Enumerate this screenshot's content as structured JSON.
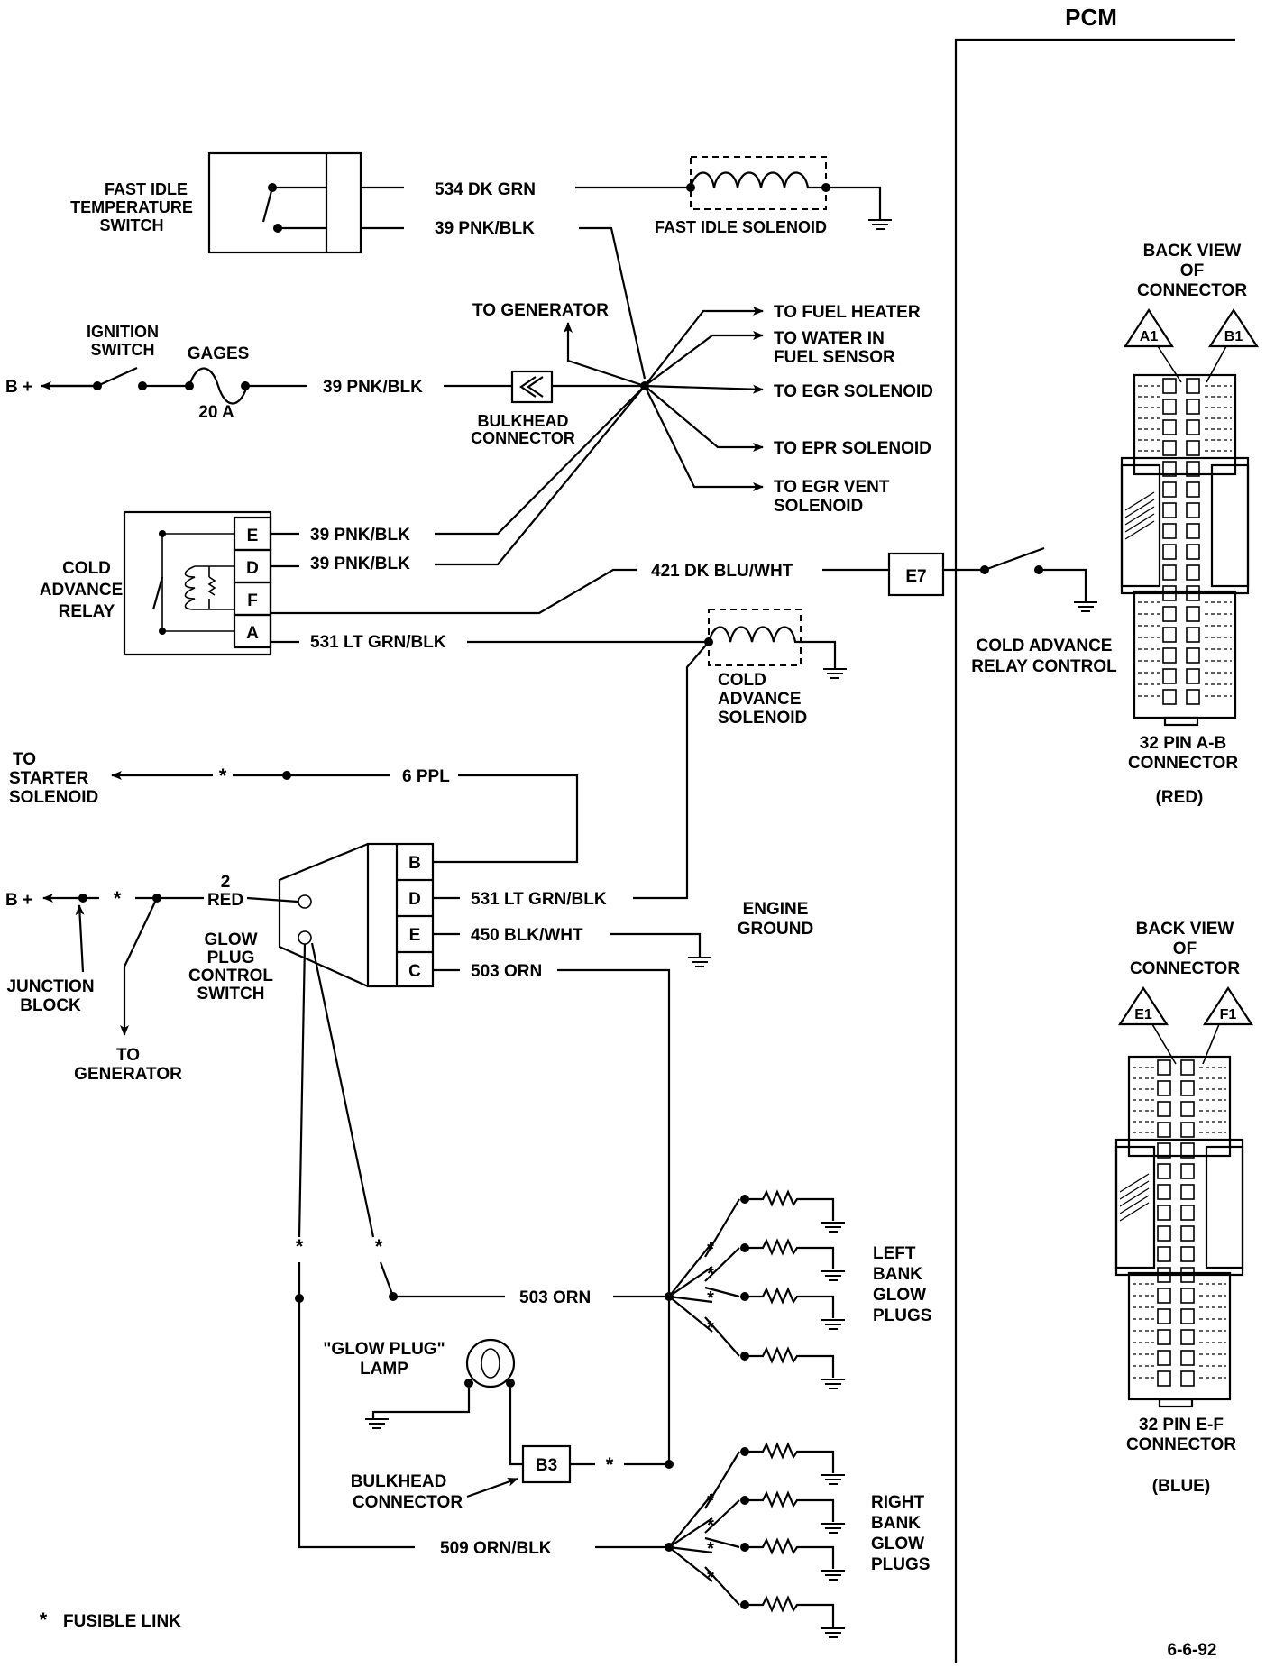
{
  "pcm": "PCM",
  "fast_idle": {
    "switch_label": [
      "FAST IDLE",
      "TEMPERATURE",
      "SWITCH"
    ],
    "wire_top": "534 DK GRN",
    "wire_bottom": "39 PNK/BLK",
    "solenoid_label": "FAST IDLE SOLENOID"
  },
  "ignition": {
    "bplus": "B +",
    "switch_label": [
      "IGNITION",
      "SWITCH"
    ],
    "gages": "GAGES",
    "fuse": "20 A",
    "wire": "39 PNK/BLK",
    "bulkhead": [
      "BULKHEAD",
      "CONNECTOR"
    ],
    "to_generator": "TO GENERATOR",
    "splice_outputs": [
      "TO FUEL HEATER",
      "TO WATER IN",
      "FUEL SENSOR",
      "TO EGR SOLENOID",
      "TO EPR SOLENOID",
      "TO EGR VENT",
      "SOLENOID"
    ]
  },
  "cold_advance_relay": {
    "label": [
      "COLD",
      "ADVANCE",
      "RELAY"
    ],
    "pins": [
      "E",
      "D",
      "F",
      "A"
    ],
    "wire_e": "39 PNK/BLK",
    "wire_d": "39 PNK/BLK",
    "wire_f": "421 DK BLU/WHT",
    "wire_a": "531 LT GRN/BLK",
    "pcm_pin": "E7",
    "relay_control": [
      "COLD ADVANCE",
      "RELAY CONTROL"
    ],
    "solenoid": [
      "COLD",
      "ADVANCE",
      "SOLENOID"
    ]
  },
  "glow_plug": {
    "to_starter": [
      "TO",
      "STARTER",
      "SOLENOID"
    ],
    "wire_b": "6 PPL",
    "bplus": "B +",
    "wire_red": [
      "2",
      "RED"
    ],
    "switch_label": [
      "GLOW",
      "PLUG",
      "CONTROL",
      "SWITCH"
    ],
    "pins": [
      "B",
      "D",
      "E",
      "C"
    ],
    "wire_d": "531 LT GRN/BLK",
    "wire_e": "450 BLK/WHT",
    "wire_c": "503 ORN",
    "engine_ground": [
      "ENGINE",
      "GROUND"
    ],
    "junction_block": [
      "JUNCTION",
      "BLOCK"
    ],
    "to_generator": [
      "TO",
      "GENERATOR"
    ],
    "wire_503": "503 ORN",
    "left_bank": [
      "LEFT",
      "BANK",
      "GLOW",
      "PLUGS"
    ],
    "lamp": [
      "\"GLOW PLUG\"",
      "LAMP"
    ],
    "bulkhead": [
      "BULKHEAD",
      "CONNECTOR"
    ],
    "bulkhead_pin": "B3",
    "wire_509": "509  ORN/BLK",
    "right_bank": [
      "RIGHT",
      "BANK",
      "GLOW",
      "PLUGS"
    ],
    "fusible_star": "*",
    "fusible_link": "FUSIBLE LINK"
  },
  "connectors": {
    "top": {
      "title": [
        "BACK VIEW",
        "OF",
        "CONNECTOR"
      ],
      "pins": [
        "A1",
        "B1"
      ],
      "caption": [
        "32  PIN A-B",
        "CONNECTOR",
        "(RED)"
      ]
    },
    "bottom": {
      "title": [
        "BACK VIEW",
        "OF",
        "CONNECTOR"
      ],
      "pins": [
        "E1",
        "F1"
      ],
      "caption": [
        "32 PIN E-F",
        "CONNECTOR",
        "(BLUE)"
      ]
    }
  },
  "date": "6-6-92"
}
